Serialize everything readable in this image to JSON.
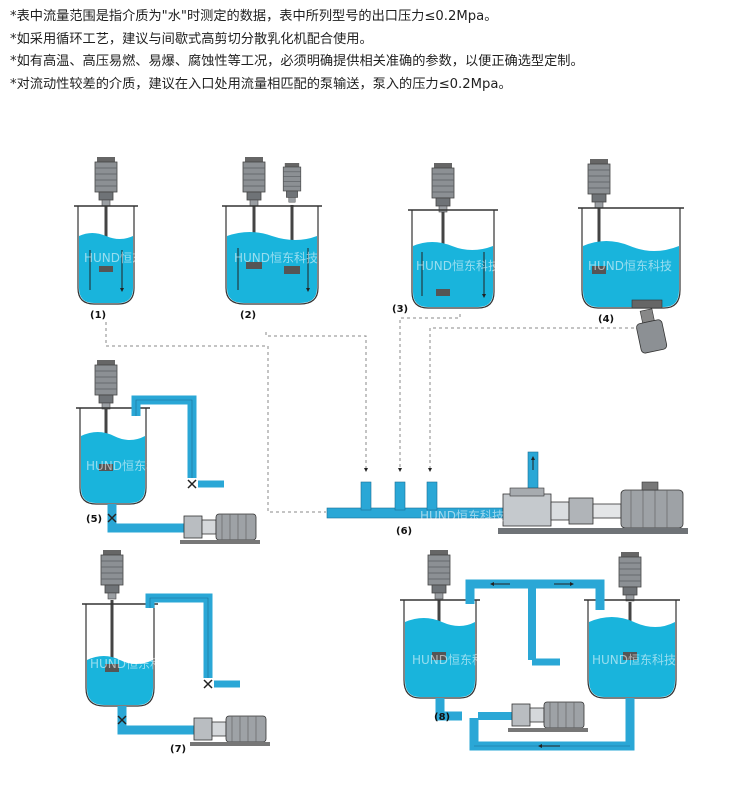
{
  "notes": [
    "*表中流量范围是指介质为\"水\"时测定的数据，表中所列型号的出口压力≤0.2Mpa。",
    "*如采用循环工艺，建议与间歇式高剪切分散乳化机配合使用。",
    "*如有高温、高压易燃、易爆、腐蚀性等工况，必须明确提供相关准确的参数，以便正确选型定制。",
    "*对流动性较差的介质，建议在入口处用流量相匹配的泵输送，泵入的压力≤0.2Mpa。"
  ],
  "watermark": "HUND恒东科技",
  "figure_labels": [
    "(1)",
    "(2)",
    "(3)",
    "(4)",
    "(5)",
    "(6)",
    "(7)",
    "(8)"
  ],
  "colors": {
    "liquid": "#19b4dc",
    "pipe": "#2aa7d6",
    "outline": "#333333",
    "motor": "#8c9094",
    "dashed": "#888888"
  }
}
